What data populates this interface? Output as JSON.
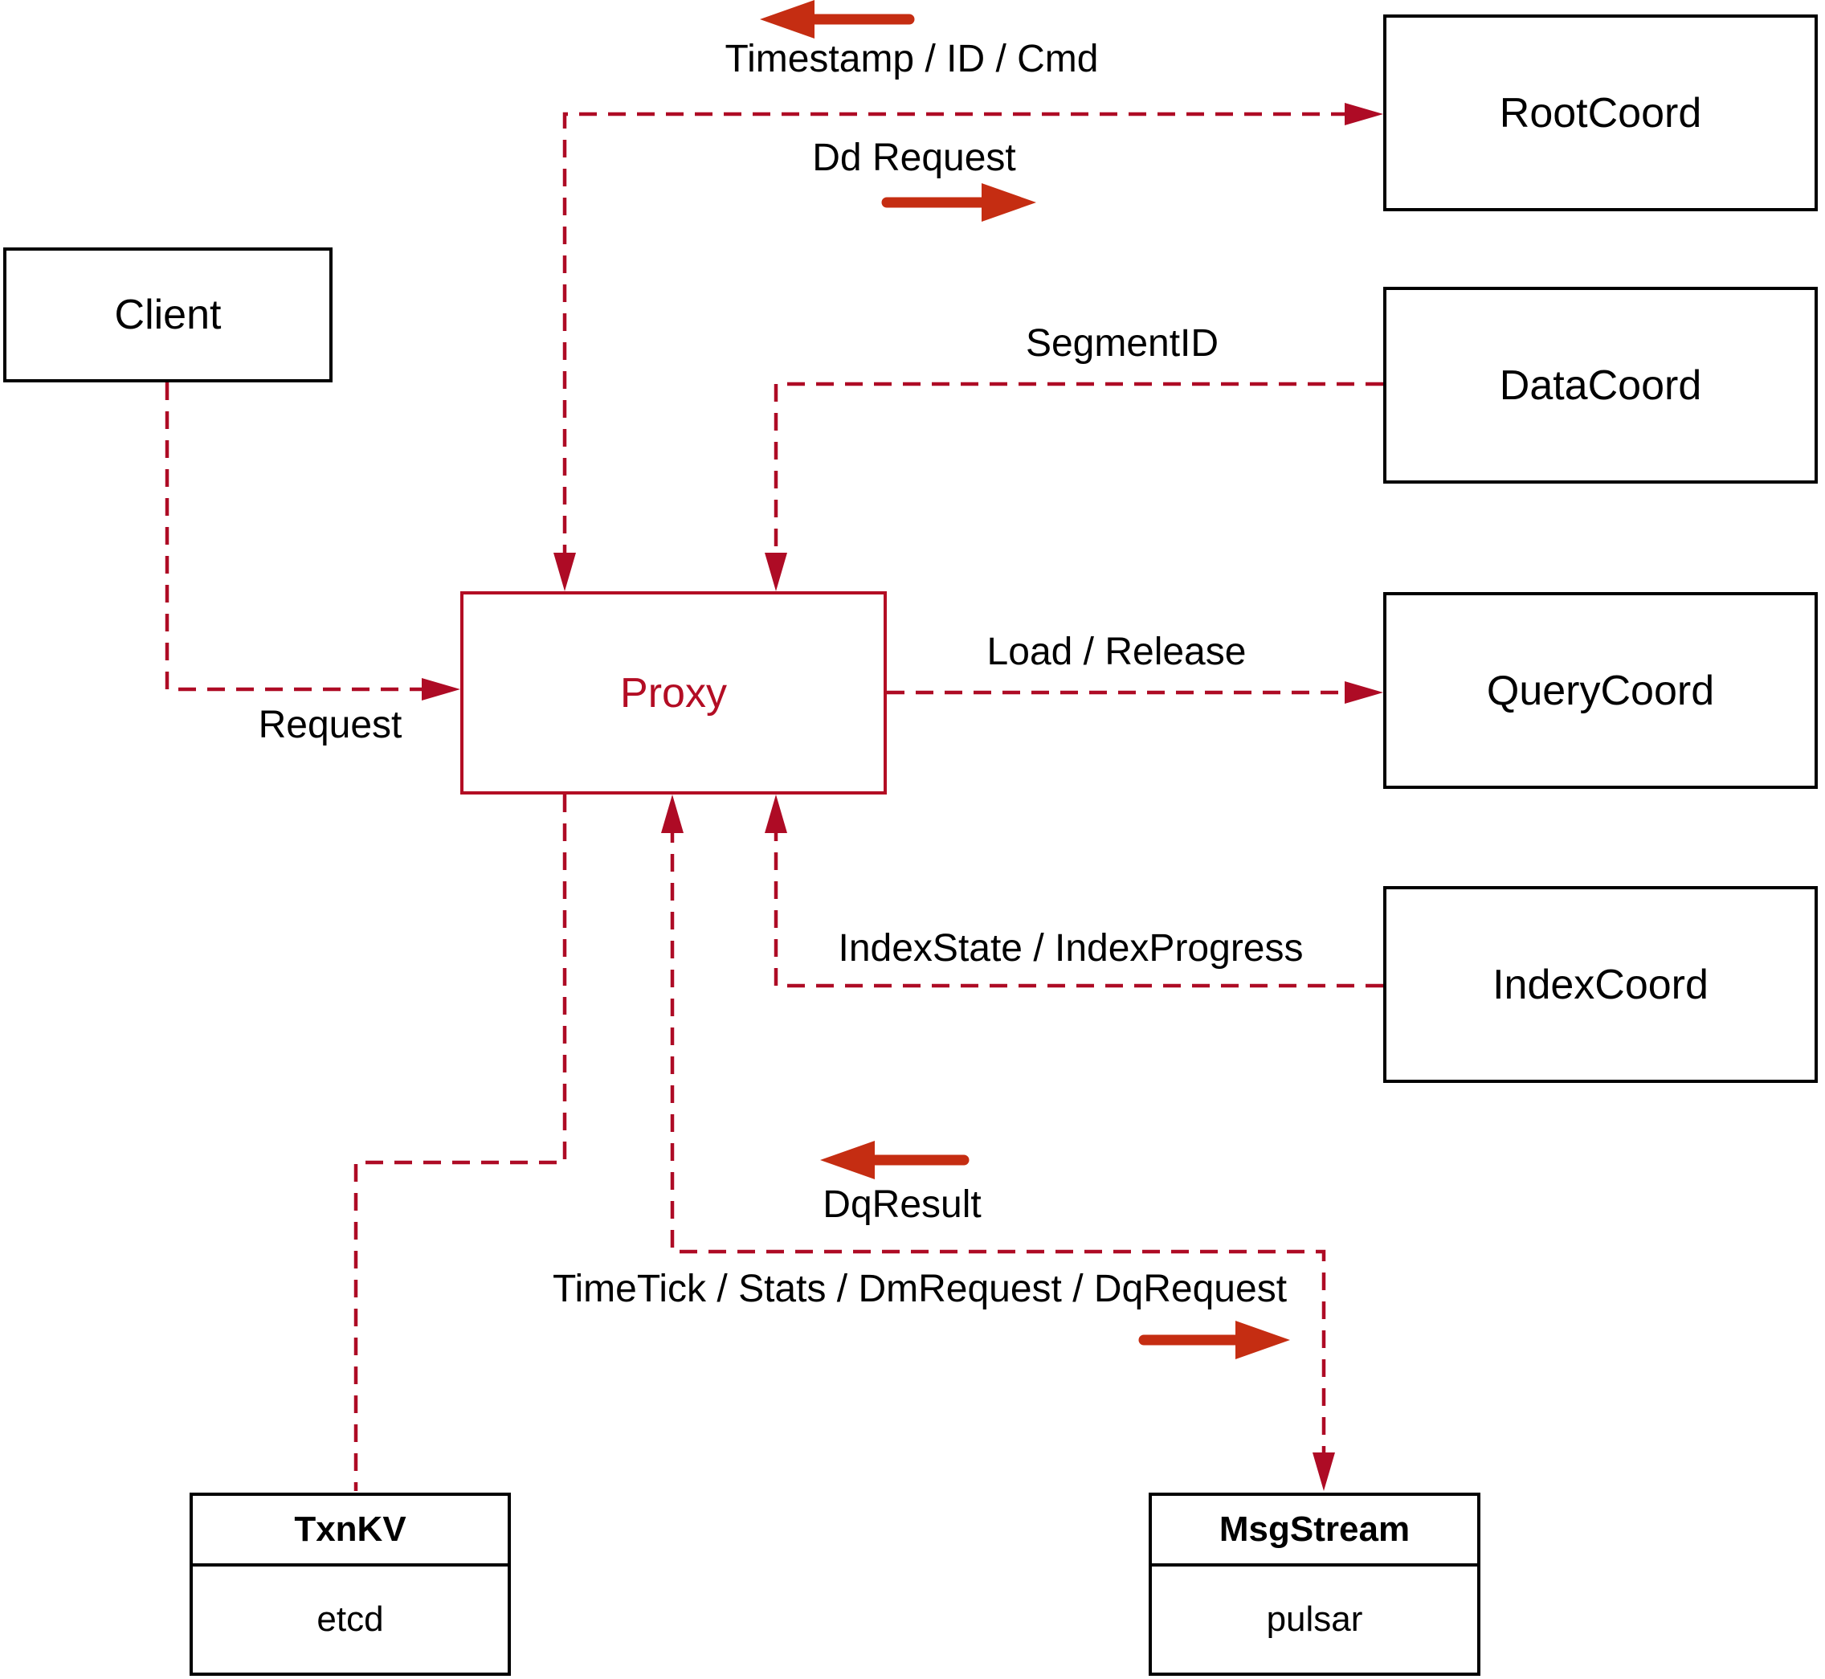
{
  "colors": {
    "dashed_line": "#AE0B25",
    "solid_arrow": "#C52D12",
    "proxy_accent": "#B30D24",
    "box_border": "#000000",
    "text": "#000000",
    "background": "#FFFFFF"
  },
  "nodes": {
    "client": {
      "label": "Client"
    },
    "proxy": {
      "label": "Proxy"
    },
    "root_coord": {
      "label": "RootCoord"
    },
    "data_coord": {
      "label": "DataCoord"
    },
    "query_coord": {
      "label": "QueryCoord"
    },
    "index_coord": {
      "label": "IndexCoord"
    },
    "txn_kv": {
      "title": "TxnKV",
      "subtitle": "etcd"
    },
    "msg_stream": {
      "title": "MsgStream",
      "subtitle": "pulsar"
    }
  },
  "edges": {
    "client_to_proxy": {
      "label": "Request"
    },
    "proxy_rootcoord": {
      "label_outgoing": "Dd Request",
      "label_incoming": "Timestamp / ID / Cmd"
    },
    "datacoord_to_proxy": {
      "label": "SegmentID"
    },
    "proxy_to_querycoord": {
      "label": "Load / Release"
    },
    "indexcoord_to_proxy": {
      "label": "IndexState / IndexProgress"
    },
    "proxy_msgstream": {
      "label_incoming": "DqResult",
      "label_outgoing": "TimeTick / Stats / DmRequest / DqRequest"
    }
  }
}
